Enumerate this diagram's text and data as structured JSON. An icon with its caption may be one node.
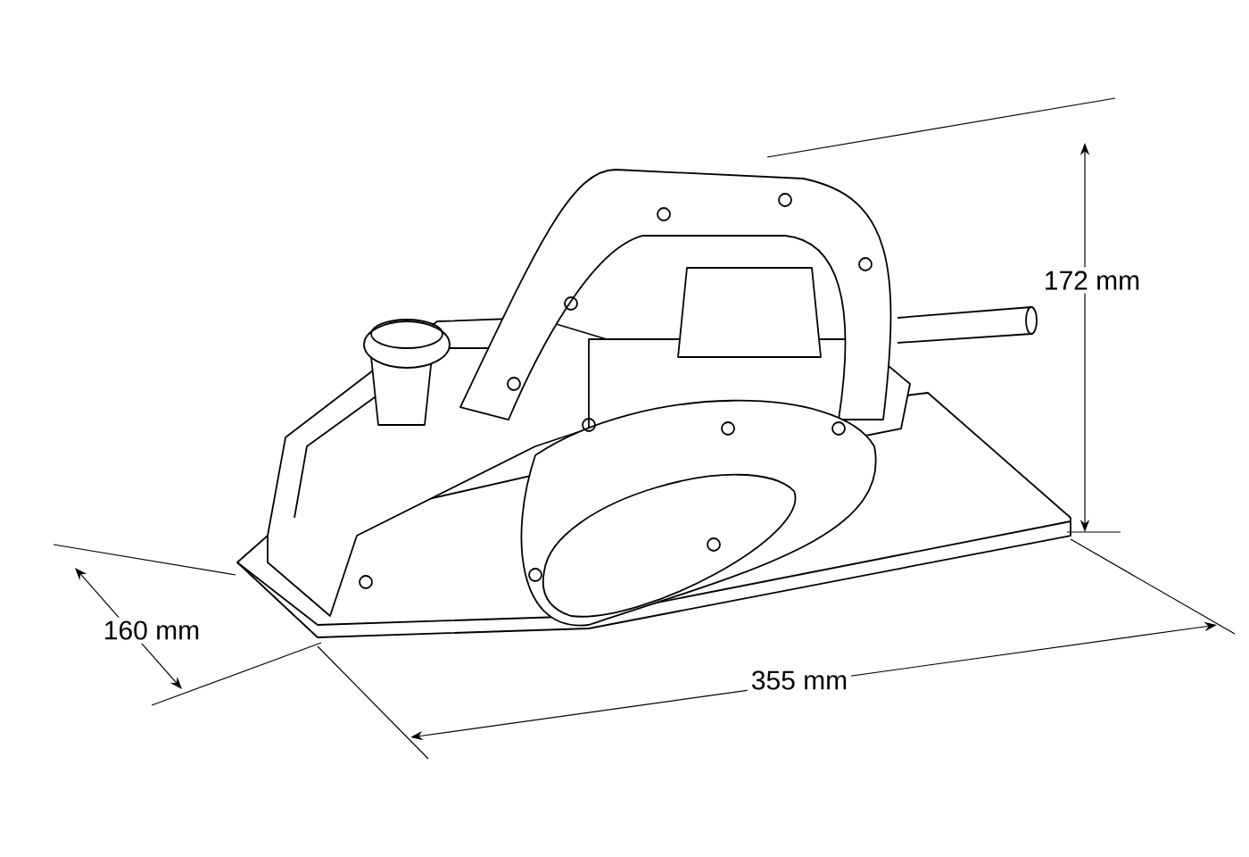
{
  "diagram": {
    "labels": [
      "172 mm",
      "160 mm",
      "355 mm"
    ]
  }
}
